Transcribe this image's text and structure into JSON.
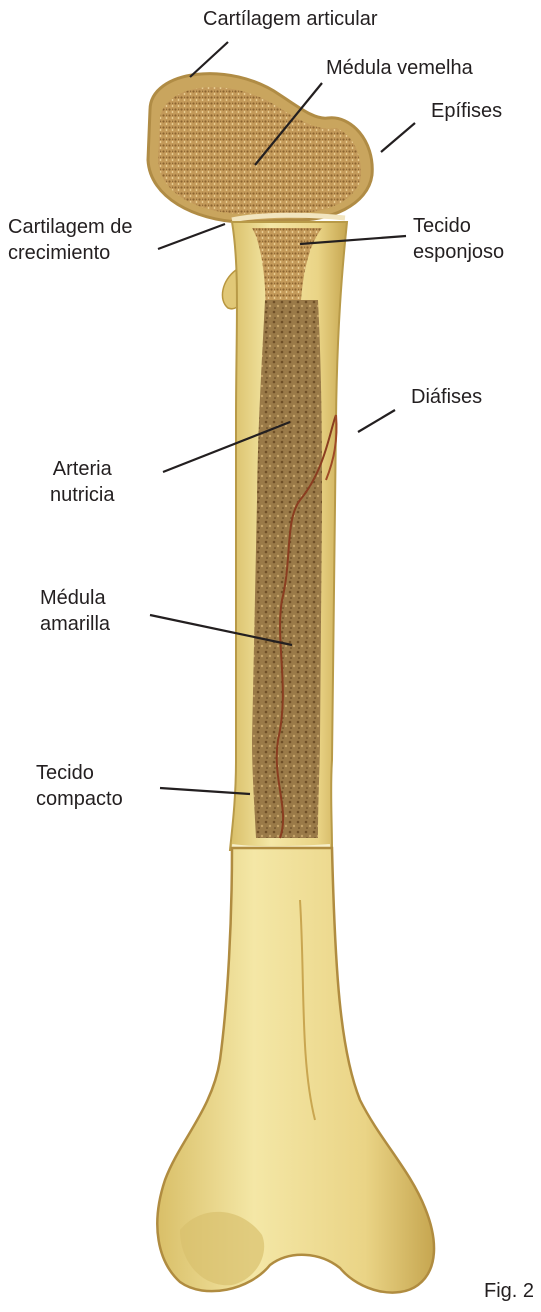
{
  "labels": {
    "cartilagem_articular": "Cartílagem articular",
    "medula_vemelha": "Médula vemelha",
    "epifises": "Epífises",
    "cartilagem_crecimiento": [
      "Cartilagem de",
      "crecimiento"
    ],
    "tecido_esponjoso": [
      "Tecido",
      "esponjoso"
    ],
    "diafises": "Diáfises",
    "arteria_nutricia": [
      "Arteria",
      "nutricia"
    ],
    "medula_amarilla": [
      "Médula",
      "amarilla"
    ],
    "tecido_compacto": [
      "Tecido",
      "compacto"
    ]
  },
  "caption": "Fig. 2",
  "colors": {
    "bone": "#ecd98a",
    "bone_shadow": "#c9a94e",
    "marrow": "#8a6a3a",
    "epiphysis": "#bd9654",
    "text": "#231f20"
  }
}
